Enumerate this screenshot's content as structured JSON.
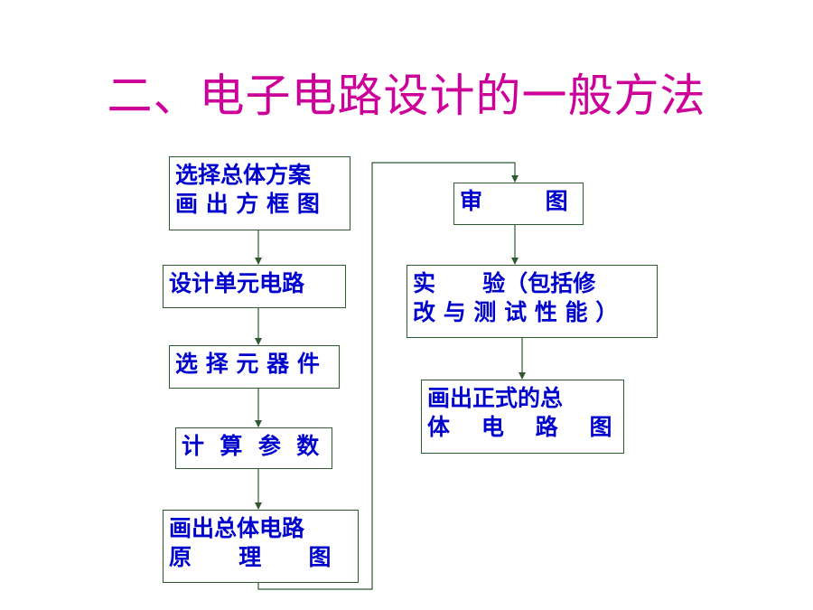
{
  "title": "二、电子电路设计的一般方法",
  "nodes": {
    "n1": {
      "line1": "选择总体方案",
      "line2": "画 出 方 框 图"
    },
    "n2": {
      "line1": "设计单元电路"
    },
    "n3": {
      "line1": "选 择 元 器 件"
    },
    "n4": {
      "line1": "计  算  参  数"
    },
    "n5": {
      "line1": "画出总体电路",
      "line2": "原      理      图"
    },
    "n6": {
      "line1": "审        图"
    },
    "n7": {
      "line1": "实      验（包括修",
      "line2": "改 与 测 试 性 能 ）"
    },
    "n8": {
      "line1": "画出正式的总",
      "line2": "体    电    路    图"
    }
  },
  "edges": [
    {
      "from": "n1",
      "to": "n2"
    },
    {
      "from": "n2",
      "to": "n3"
    },
    {
      "from": "n3",
      "to": "n4"
    },
    {
      "from": "n4",
      "to": "n5"
    },
    {
      "from": "n5",
      "to": "n6"
    },
    {
      "from": "n6",
      "to": "n7"
    },
    {
      "from": "n7",
      "to": "n8"
    }
  ],
  "colors": {
    "title": "#cc0099",
    "node_text": "#0000cc",
    "lines": "#2f5a2f"
  }
}
